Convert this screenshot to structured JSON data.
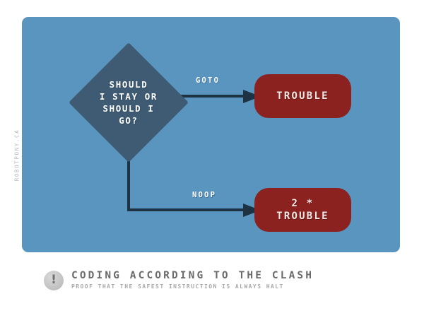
{
  "watermark": {
    "text": "ROBOTPONY.CA"
  },
  "colors": {
    "panel_blue": "#5a95bf",
    "diamond_slate": "#3e5b73",
    "node_red": "#8b2220",
    "wire_navy": "#1d3344",
    "caption_gray": "#6a6a6a",
    "subtitle_gray": "#a8a8a8",
    "white": "#ffffff"
  },
  "diagram": {
    "decision": {
      "lines": [
        "SHOULD",
        "I STAY OR",
        "SHOULD I",
        "GO?"
      ]
    },
    "edges": [
      {
        "label": "GOTO",
        "from": "decision",
        "to": "trouble"
      },
      {
        "label": "NOOP",
        "from": "decision",
        "to": "2-trouble"
      }
    ],
    "nodes": [
      {
        "id": "trouble",
        "lines": [
          "TROUBLE"
        ]
      },
      {
        "id": "2-trouble",
        "lines": [
          "2 *",
          "TROUBLE"
        ]
      }
    ]
  },
  "caption": {
    "icon": "exclamation-icon",
    "title": "CODING ACCORDING TO THE CLASH",
    "subtitle": "PROOF THAT THE SAFEST INSTRUCTION IS ALWAYS HALT"
  }
}
